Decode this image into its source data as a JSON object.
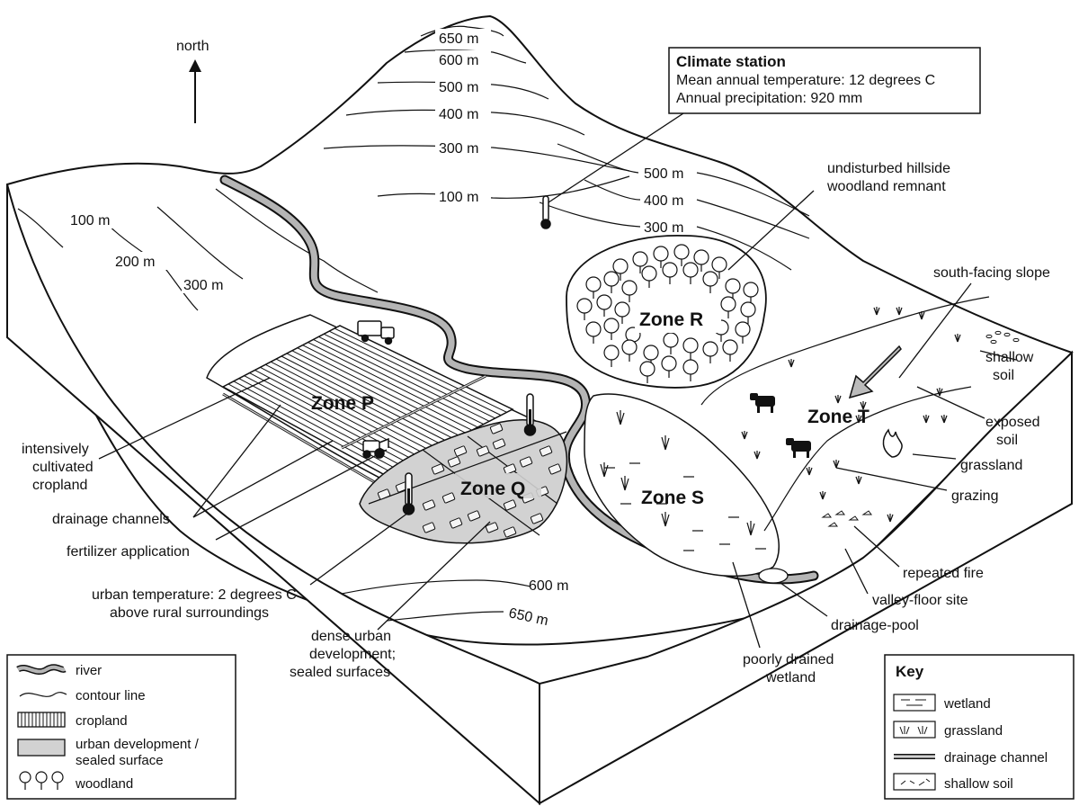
{
  "compass": {
    "north_label": "north"
  },
  "climate_station": {
    "title": "Climate station",
    "line1": "Mean annual temperature: 12 degrees C",
    "line2": "Annual precipitation: 920 mm"
  },
  "contours": {
    "peak": [
      "650 m",
      "600 m",
      "500 m",
      "400 m",
      "300 m",
      "100 m"
    ],
    "east": [
      "500 m",
      "400 m",
      "300 m"
    ],
    "west": [
      "100 m",
      "200 m",
      "300 m"
    ],
    "south": [
      "600 m",
      "650 m"
    ]
  },
  "zones": {
    "p": "Zone P",
    "q": "Zone Q",
    "r": "Zone R",
    "s": "Zone S",
    "t": "Zone T"
  },
  "labels": {
    "woodland_remnant": [
      "undisturbed hillside",
      "woodland remnant"
    ],
    "south_facing": "south-facing slope",
    "shallow_soil": [
      "shallow",
      "soil"
    ],
    "exposed_soil": [
      "exposed",
      "soil"
    ],
    "grassland": "grassland",
    "grazing": "grazing",
    "repeated_fire": "repeated fire",
    "valley_floor": "valley-floor site",
    "drainage_pool": "drainage-pool",
    "wetland": [
      "poorly drained",
      "wetland"
    ],
    "urban_dev": [
      "dense urban",
      "development;",
      "sealed surfaces"
    ],
    "urban_temp": [
      "urban temperature: 2 degrees C",
      "above rural surroundings"
    ],
    "fertilizer": "fertilizer application",
    "drainage_channels": "drainage channels",
    "cropland": [
      "intensively",
      "cultivated",
      "cropland"
    ]
  },
  "legend_left": {
    "items": [
      "river",
      "contour line",
      "cropland",
      "urban development /",
      "sealed surface",
      "woodland"
    ]
  },
  "legend_right": {
    "title": "Key",
    "items": [
      "wetland",
      "grassland",
      "drainage channel",
      "shallow soil"
    ]
  },
  "colors": {
    "river": "#b5b5b5",
    "urban": "#d2d2d2",
    "outline": "#111111"
  }
}
